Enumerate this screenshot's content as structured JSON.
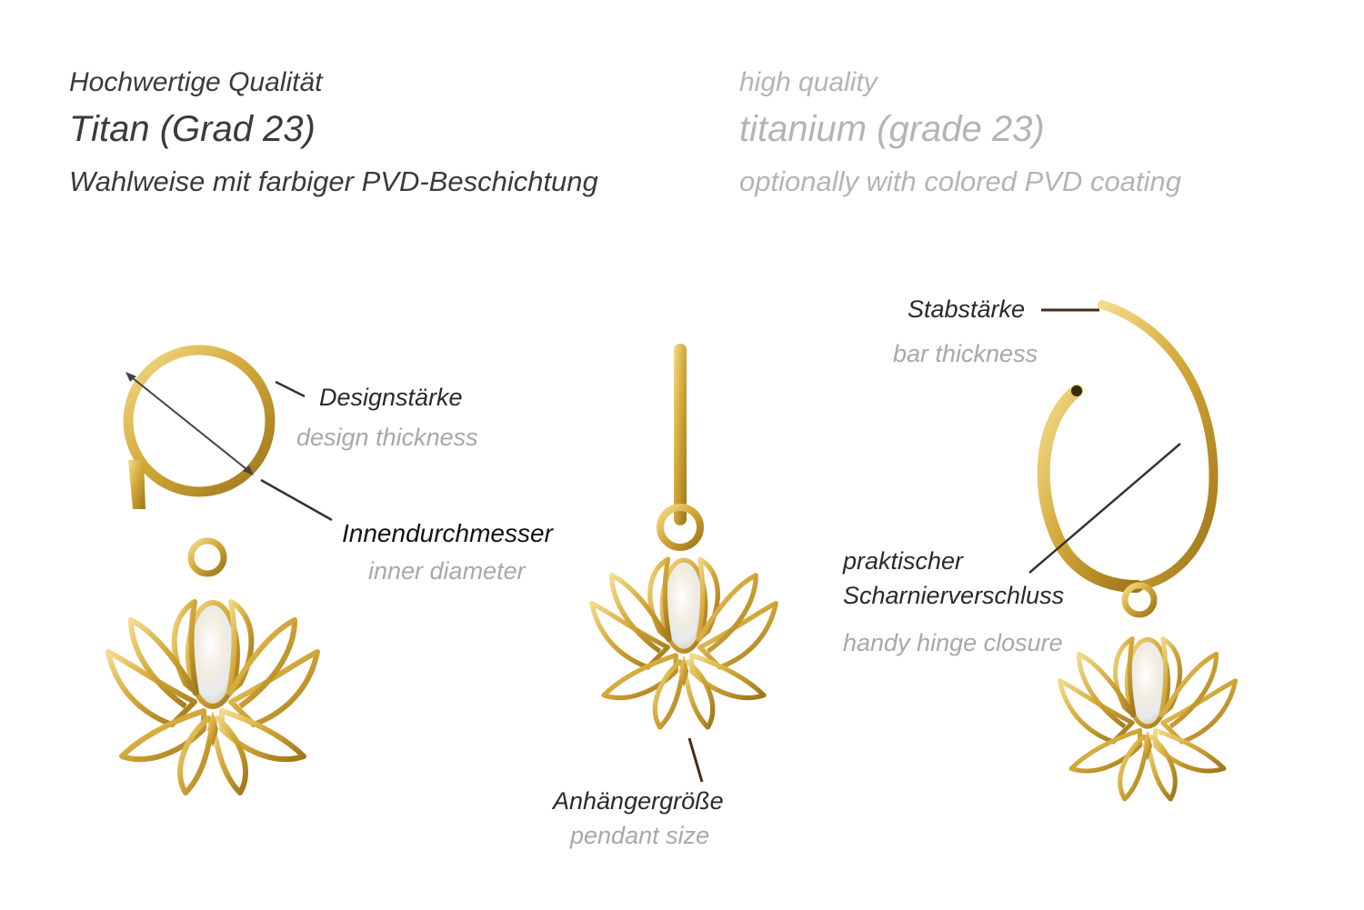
{
  "header": {
    "de": {
      "quality": "Hochwertige Qualität",
      "material": "Titan (Grad 23)",
      "coating": "Wahlweise mit farbiger PVD-Beschichtung"
    },
    "en": {
      "quality": "high quality",
      "material": "titanium (grade 23)",
      "coating": "optionally with colored PVD coating"
    }
  },
  "labels": {
    "design_thickness": {
      "de": "Designstärke",
      "en": "design thickness"
    },
    "inner_diameter": {
      "de": "Innendurchmesser",
      "en": "inner diameter"
    },
    "pendant_size": {
      "de": "Anhängergröße",
      "en": "pendant size"
    },
    "bar_thickness": {
      "de": "Stabstärke",
      "en": "bar thickness"
    },
    "hinge_closure": {
      "de_line1": "praktischer",
      "de_line2": "Scharnierverschluss",
      "en": "handy hinge closure"
    }
  },
  "colors": {
    "gold": "#d4a93a",
    "gold_light": "#f2d98a",
    "gold_dark": "#9c7418",
    "opal": "#f3efe6",
    "leader_line": "#333333",
    "leader_line_brown": "#4a2a1a"
  }
}
